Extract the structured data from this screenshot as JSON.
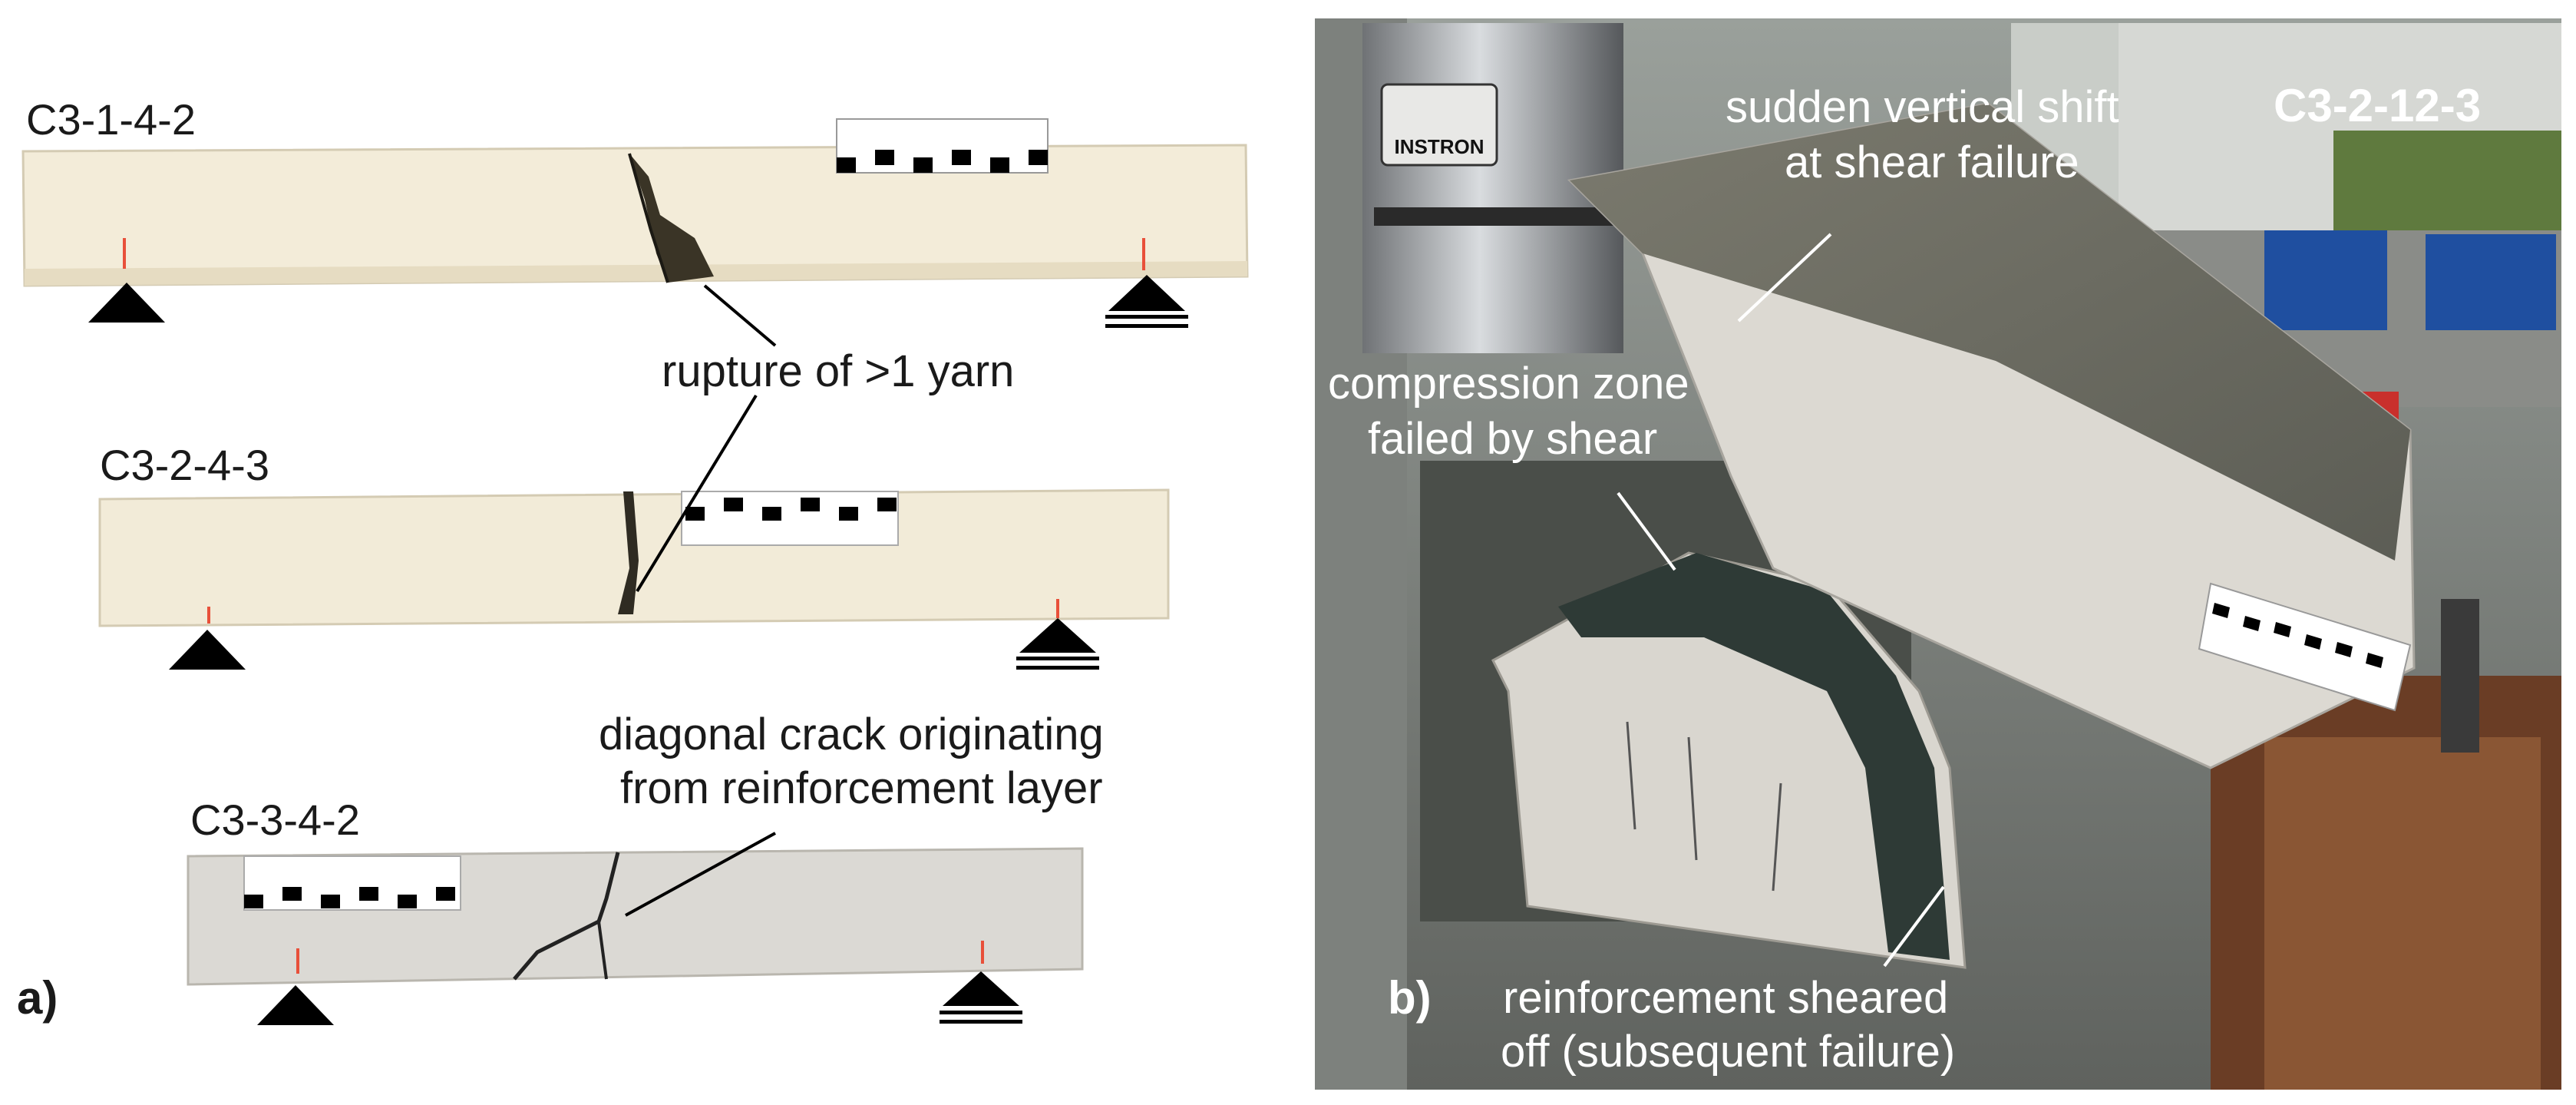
{
  "panel_a": {
    "label": "a)",
    "specimens": [
      "C3-1-4-2",
      "C3-2-4-3",
      "C3-3-4-2"
    ],
    "annotations": {
      "rupture": "rupture of >1 yarn",
      "diagonal_line1": "diagonal crack originating",
      "diagonal_line2": "from reinforcement layer"
    }
  },
  "panel_b": {
    "label": "b)",
    "specimen": "C3-2-12-3",
    "machine_brand": "INSTRON",
    "annotations": {
      "shift_line1": "sudden vertical shift",
      "shift_line2": "at shear failure",
      "compression_line1": "compression zone",
      "compression_line2": "failed by shear",
      "reinforcement_line1": "reinforcement sheared",
      "reinforcement_line2": "off (subsequent failure)"
    }
  },
  "colors": {
    "beam_a": "#f2ead8",
    "beam_b": "#dcd9d2",
    "support": "#000000",
    "photo_bg": "#5a5d58",
    "fracture": "#2e3a36"
  }
}
